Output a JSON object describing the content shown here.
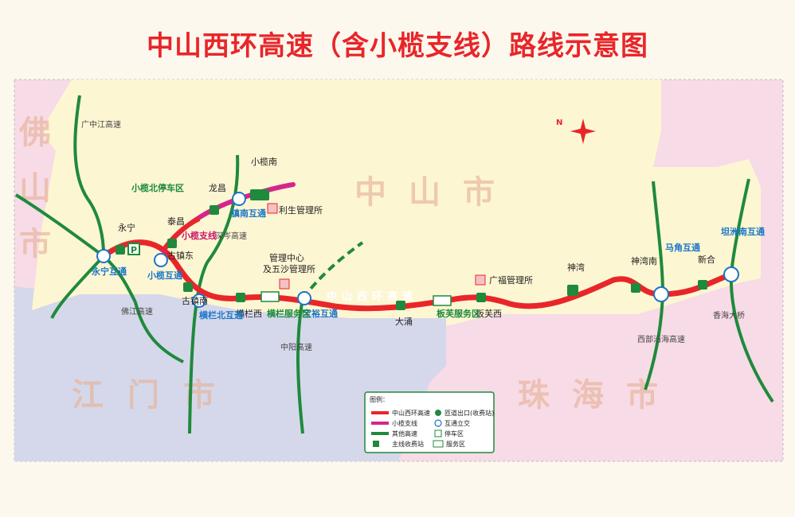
{
  "title": "中山西环高速（含小榄支线）路线示意图",
  "regions": {
    "foshan": "佛山市",
    "zhongshan": "中山市",
    "jiangmen": "江门市",
    "zhuhai": "珠海市"
  },
  "roads": {
    "guangzhong": "广中江高速",
    "foshan_jiang": "佛江高速",
    "shencen": "深岑高速",
    "zhongyang": "中阳高速",
    "western_coast": "西部沿海高速",
    "xianghai": "香海大桥",
    "main_route": "中山西环高速",
    "branch_route": "小榄支线"
  },
  "interchanges": {
    "yongning": "永宁互通",
    "xiaolan": "小榄互通",
    "zhennan": "镇南互通",
    "henglan_north": "横栏北互通",
    "baoyu": "宝裕互通",
    "majiao": "马角互通",
    "tanzhou_south": "坦洲南互通"
  },
  "stations": {
    "yongning": "永宁",
    "taichang": "泰昌",
    "guzhen_east": "古镇东",
    "guzhen_south": "古镇南",
    "longchang": "龙昌",
    "xiaolan_south": "小榄南",
    "henglan_west": "横栏西",
    "dayong": "大涌",
    "banfu_west": "板芙西",
    "shenwan": "神湾",
    "shenwan_south": "神湾南",
    "xinhe": "新合"
  },
  "service_areas": {
    "xiaolan_north": "小榄北停车区",
    "henglan": "横栏服务区",
    "banfu": "板芙服务区"
  },
  "offices": {
    "lisheng": "利生管理所",
    "center1": "管理中心",
    "center2": "及五沙管理所",
    "guangfu": "广福管理所"
  },
  "legend": {
    "title": "图例：",
    "items": [
      "中山西环高速",
      "小榄支线",
      "其他高速",
      "主线收费站",
      "匝道出口(收费站)",
      "互通立交",
      "停车区",
      "服务区"
    ]
  },
  "colors": {
    "main": "#e8262a",
    "branch": "#d6258a",
    "other": "#1f8a3c",
    "interchange": "#1a76c8",
    "zhongshan_land": "#fdf6d3",
    "foshan_land": "#f7dbe6",
    "jiangmen_land": "#d5d8ea",
    "zhuhai_land": "#f7dbe6"
  }
}
